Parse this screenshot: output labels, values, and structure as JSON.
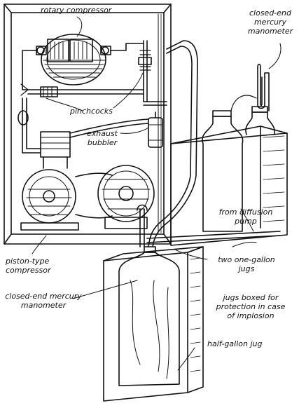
{
  "labels": {
    "rotary_compressor": "rotary compressor",
    "manometer_top_line1": "closed-end",
    "manometer_top_line2": "mercury",
    "manometer_top_line3": "manometer",
    "pinchcocks": "pinchcocks",
    "exhaust_line1": "exhaust",
    "exhaust_line2": "bubbler",
    "diffusion_line1": "from diffusion",
    "diffusion_line2": "pump",
    "piston_line1": "piston-type",
    "piston_line2": "compressor",
    "two_jugs_line1": "two one-gallon",
    "two_jugs_line2": "jugs",
    "manometer_bottom_line1": "closed-end mercury",
    "manometer_bottom_line2": "manometer",
    "boxed_line1": "jugs boxed for",
    "boxed_line2": "protection in case",
    "boxed_line3": "of implosion",
    "half_gallon": "half-gallon jug"
  }
}
